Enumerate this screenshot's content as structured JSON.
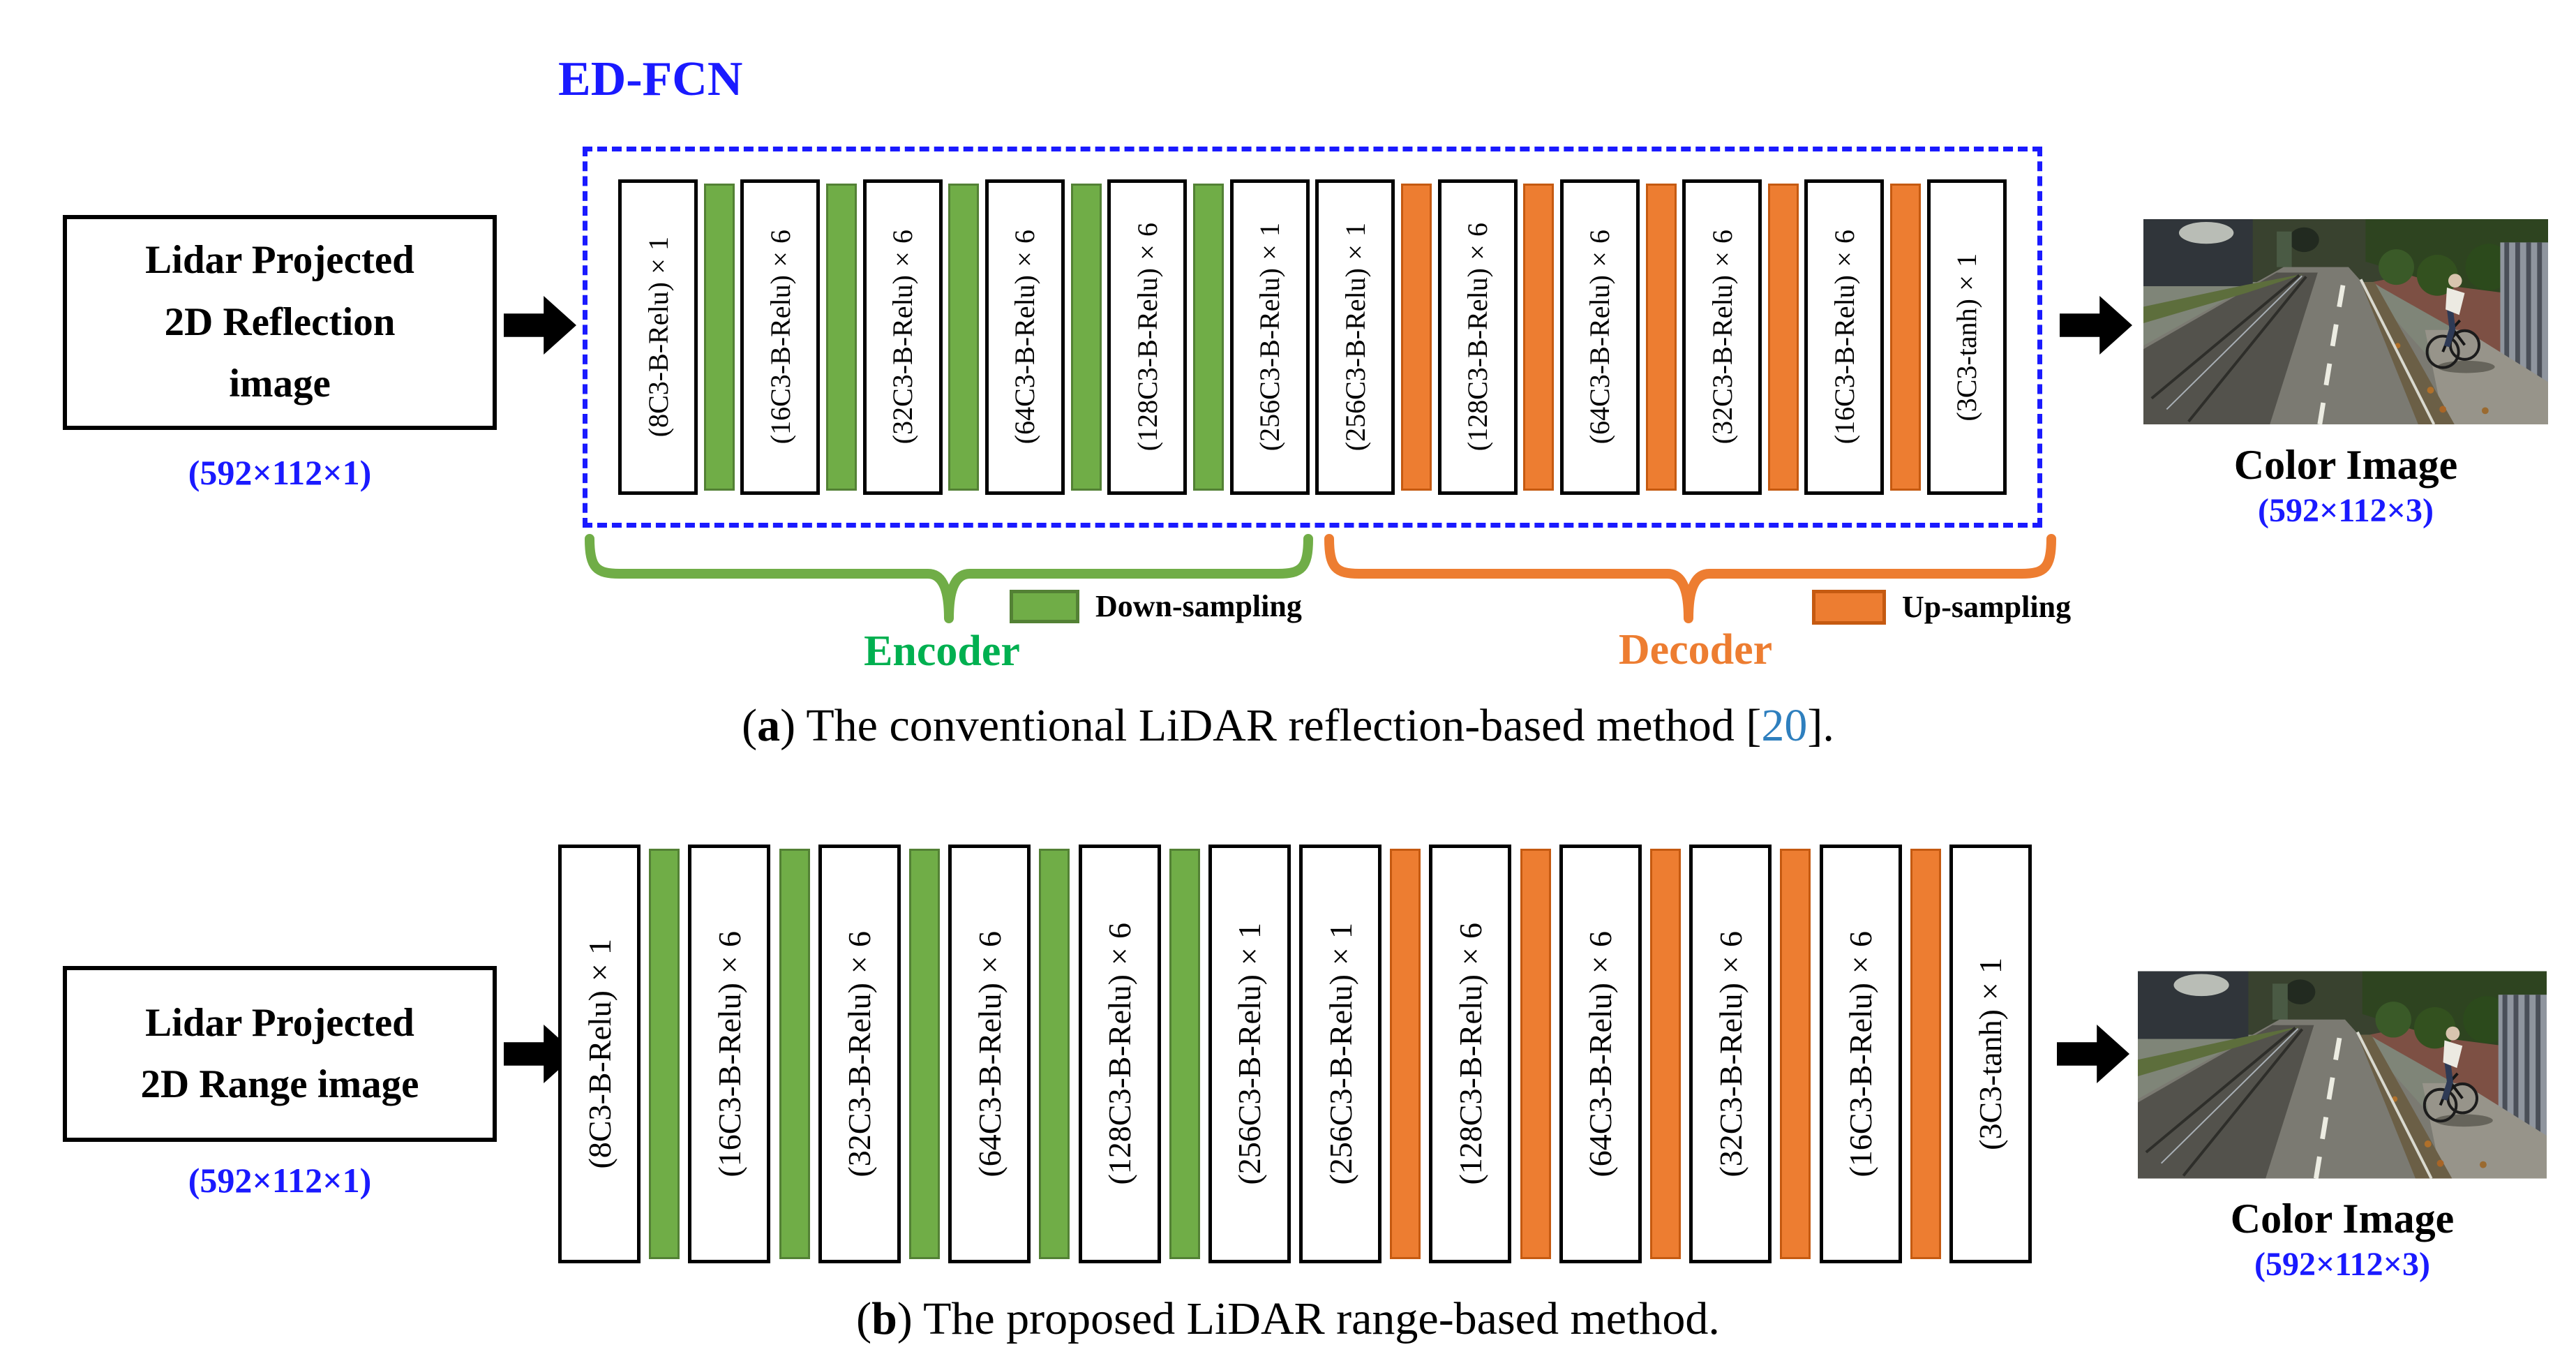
{
  "colors": {
    "accent_blue": "#1a1aff",
    "encoder_green": "#00B050",
    "decoder_orange": "#ED7D31",
    "down_bar_green": "#70AD47",
    "down_bar_border": "#538135",
    "up_bar_orange": "#ED7D31",
    "up_bar_border": "#C55A11",
    "citation_blue": "#2E7FBE"
  },
  "figure_a": {
    "edfcn_title": "ED-FCN",
    "input_box": {
      "line1": "Lidar Projected",
      "line2": "2D Reflection",
      "line3": "image",
      "dims": "(592×112×1)"
    },
    "layers": [
      {
        "label": "(8C3-B-Relu)×1",
        "bar_after": "green"
      },
      {
        "label": "(16C3-B-Relu)×6",
        "bar_after": "green"
      },
      {
        "label": "(32C3-B-Relu)×6",
        "bar_after": "green"
      },
      {
        "label": "(64C3-B-Relu)×6",
        "bar_after": "green"
      },
      {
        "label": "(128C3-B-Relu)×6",
        "bar_after": "green"
      },
      {
        "label": "(256C3-B-Relu)×1",
        "bar_after": "none"
      },
      {
        "label": "(256C3-B-Relu)×1",
        "bar_after": "orange"
      },
      {
        "label": "(128C3-B-Relu)×6",
        "bar_after": "orange"
      },
      {
        "label": "(64C3-B-Relu)×6",
        "bar_after": "orange"
      },
      {
        "label": "(32C3-B-Relu)×6",
        "bar_after": "orange"
      },
      {
        "label": "(16C3-B-Relu)×6",
        "bar_after": "orange"
      },
      {
        "label": "(3C3-tanh)×1",
        "bar_after": "none"
      }
    ],
    "legend": {
      "down": "Down-sampling",
      "up": "Up-sampling"
    },
    "encoder_label": "Encoder",
    "decoder_label": "Decoder",
    "output": {
      "label": "Color Image",
      "dims": "(592×112×3)"
    },
    "caption": {
      "open": "(",
      "letter": "a",
      "text": ") The conventional LiDAR reflection-based method [",
      "ref": "20",
      "close": "]."
    }
  },
  "figure_b": {
    "input_box": {
      "line1": "Lidar Projected",
      "line2": "2D Range image",
      "line3": "",
      "dims": "(592×112×1)"
    },
    "layers": [
      {
        "label": "(8C3-B-Relu)×1",
        "bar_after": "green"
      },
      {
        "label": "(16C3-B-Relu)×6",
        "bar_after": "green"
      },
      {
        "label": "(32C3-B-Relu)×6",
        "bar_after": "green"
      },
      {
        "label": "(64C3-B-Relu)×6",
        "bar_after": "green"
      },
      {
        "label": "(128C3-B-Relu)×6",
        "bar_after": "green"
      },
      {
        "label": "(256C3-B-Relu)×1",
        "bar_after": "none"
      },
      {
        "label": "(256C3-B-Relu)×1",
        "bar_after": "orange"
      },
      {
        "label": "(128C3-B-Relu)×6",
        "bar_after": "orange"
      },
      {
        "label": "(64C3-B-Relu)×6",
        "bar_after": "orange"
      },
      {
        "label": "(32C3-B-Relu)×6",
        "bar_after": "orange"
      },
      {
        "label": "(16C3-B-Relu)×6",
        "bar_after": "orange"
      },
      {
        "label": "(3C3-tanh)×1",
        "bar_after": "none"
      }
    ],
    "output": {
      "label": "Color Image",
      "dims": "(592×112×3)"
    },
    "caption": {
      "open": "(",
      "letter": "b",
      "text": ") The proposed LiDAR range-based method.",
      "ref": "",
      "close": ""
    }
  }
}
